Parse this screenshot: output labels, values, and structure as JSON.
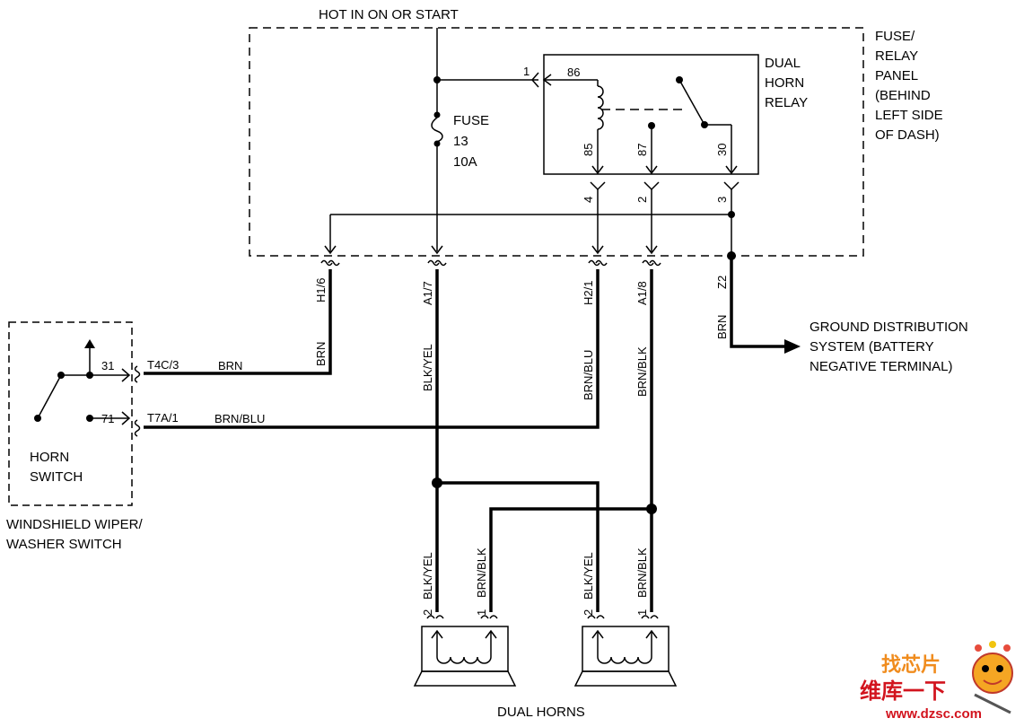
{
  "colors": {
    "line": "#000000",
    "watermark_red": "#d2141e",
    "watermark_orange": "#f08c1e"
  },
  "power": {
    "label": "HOT IN ON OR START"
  },
  "fuse_panel": {
    "label_lines": [
      "FUSE/",
      "RELAY",
      "PANEL",
      "(BEHIND",
      "LEFT SIDE",
      "OF DASH)"
    ]
  },
  "fuse": {
    "label_lines": [
      "FUSE",
      "13",
      "10A"
    ]
  },
  "relay": {
    "label_lines": [
      "DUAL",
      "HORN",
      "RELAY"
    ],
    "terminals": {
      "t86": "86",
      "t85": "85",
      "t87": "87",
      "t30": "30"
    },
    "pins": {
      "p1": "1",
      "p4": "4",
      "p2": "2",
      "p3": "3"
    }
  },
  "connectors": {
    "h16": "H1/6",
    "a17": "A1/7",
    "h21": "H2/1",
    "a18": "A1/8",
    "z2": "Z2"
  },
  "wires": {
    "brn_h16": "BRN",
    "blk_yel_a17": "BLK/YEL",
    "brn_blu_h21": "BRN/BLU",
    "brn_blk_a18": "BRN/BLK",
    "brn_z2": "BRN",
    "brn_t4c": "BRN",
    "brn_blu_t7a": "BRN/BLU",
    "horn1_blk_yel": "BLK/YEL",
    "horn1_brn_blk": "BRN/BLK",
    "horn2_blk_yel": "BLK/YEL",
    "horn2_brn_blk": "BRN/BLK"
  },
  "ground": {
    "label_lines": [
      "GROUND DISTRIBUTION",
      "SYSTEM (BATTERY",
      "NEGATIVE TERMINAL)"
    ]
  },
  "switch_module": {
    "pin31": "31",
    "pin71": "71",
    "conn_t4c": "T4C/3",
    "conn_t7a": "T7A/1",
    "horn_switch_lines": [
      "HORN",
      "SWITCH"
    ],
    "title_lines": [
      "WINDSHIELD WIPER/",
      "WASHER SWITCH"
    ]
  },
  "horns": {
    "label": "DUAL HORNS",
    "horn1": {
      "pin2": "2",
      "pin1": "1"
    },
    "horn2": {
      "pin2": "2",
      "pin1": "1"
    }
  },
  "watermark": {
    "logo_text": "找芯片",
    "name": "维库一下",
    "url": "www.dzsc.com"
  }
}
